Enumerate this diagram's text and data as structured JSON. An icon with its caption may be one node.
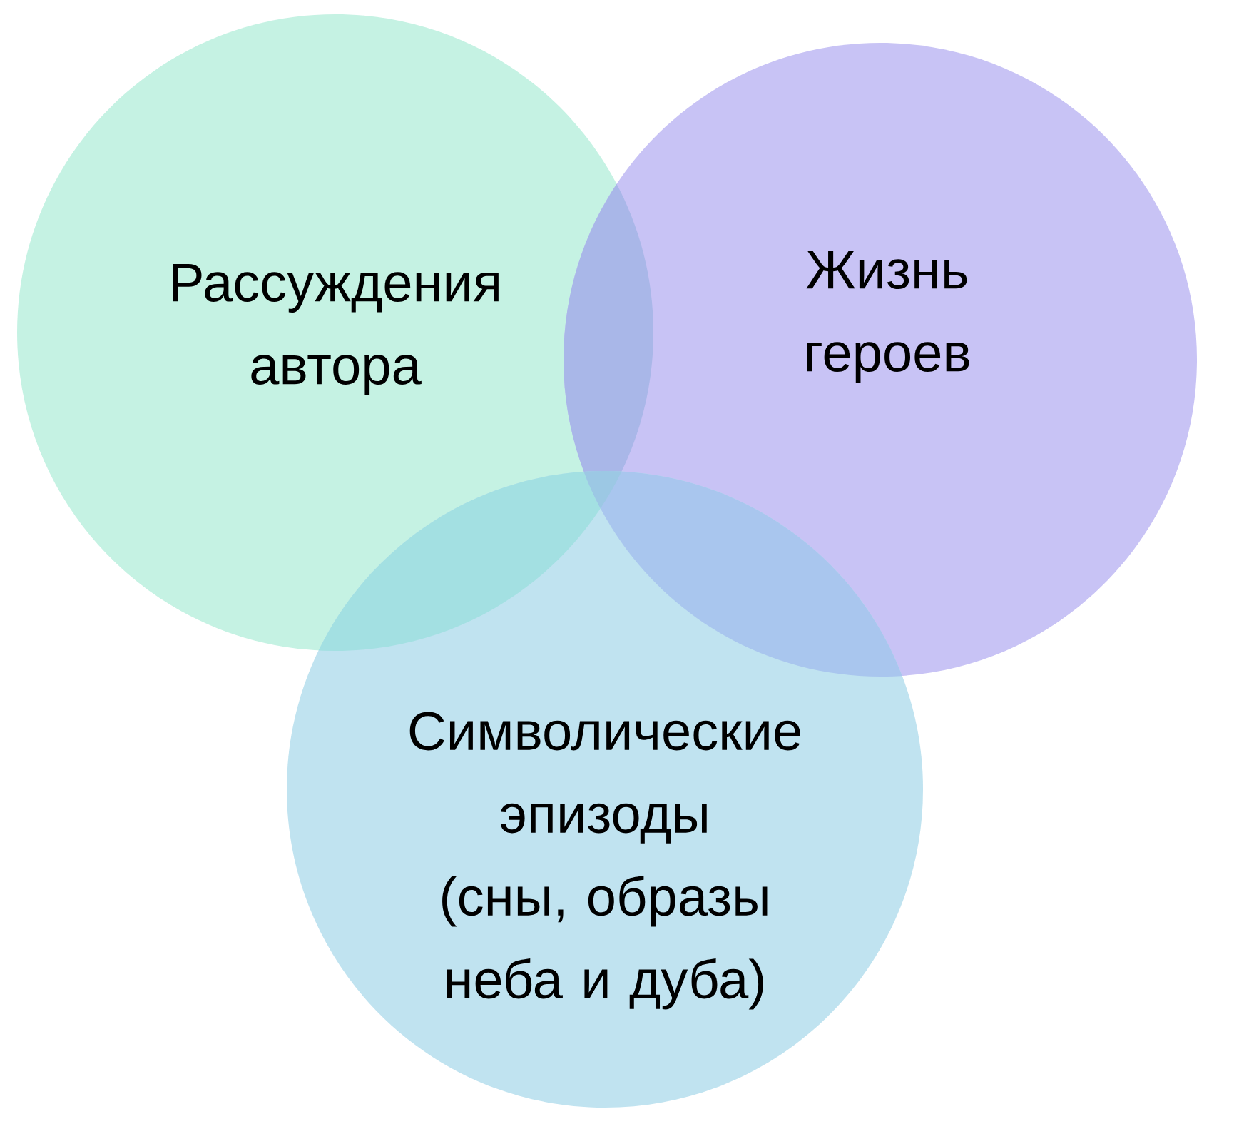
{
  "diagram": {
    "nodes": [
      {
        "text": [
          "Рассуждения автора"
        ]
      },
      {
        "text": [
          "Жизнь героев"
        ]
      },
      {
        "text": [
          "Символические эпизоды (сны, образы неба и дуба)"
        ]
      }
    ]
  }
}
